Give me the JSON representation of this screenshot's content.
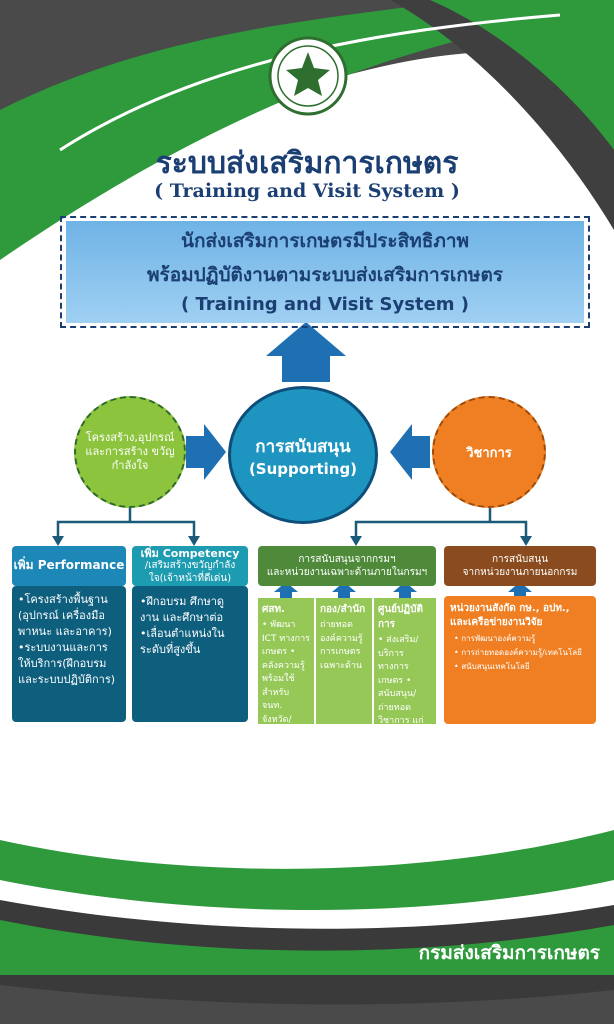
{
  "header": {
    "title_th": "ระบบส่งเสริมการเกษตร",
    "title_en": "( Training and Visit System )"
  },
  "goal": {
    "line1": "นักส่งเสริมการเกษตรมีประสิทธิภาพ",
    "line2": "พร้อมปฏิบัติงานตามระบบส่งเสริมการเกษตร",
    "line3": "( Training and Visit System )"
  },
  "circles": {
    "center_th": "การสนับสนุน",
    "center_en": "(Supporting)",
    "left": "โครงสร้าง,อุปกรณ์ และการสร้าง ขวัญกำลังใจ",
    "right": "วิชาการ"
  },
  "boxes": {
    "performance_header": "เพิ่ม Performance",
    "performance_items": [
      "•โครงสร้างพื้นฐาน (อุปกรณ์ เครื่องมือ พาหนะ และอาคาร)",
      "•ระบบงานและการให้บริการ(ฝึกอบรม และระบบปฏิบัติการ)"
    ],
    "competency_header_1": "เพิ่ม Competency",
    "competency_header_2": "/เสริมสร้างขวัญกำลังใจ(เจ้าหน้าที่ดีเด่น)",
    "competency_items": [
      "•ฝึกอบรม ศึกษาดูงาน และศึกษาต่อ",
      "•เลื่อนตำแหน่งในระดับที่สูงขึ้น"
    ],
    "dept_header_1": "การสนับสนุนจากกรมฯ",
    "dept_header_2": "และหน่วยงานเฉพาะด้านภายในกรมฯ",
    "dept_sub1_title": "ศสท.",
    "dept_sub1_text": "• พัฒนา ICT ทางการเกษตร • คลังความรู้ พร้อมใช้ สำหรับ จนท. จังหวัด/อำเภอ",
    "dept_sub2_title": "กอง/สำนัก",
    "dept_sub2_text": "ถ่ายทอดองค์ความรู้ การเกษตร เฉพาะด้าน",
    "dept_sub3_title": "ศูนย์ปฏิบัติการ",
    "dept_sub3_text": "• ส่งเสริม/บริการทางการเกษตร • สนับสนุน/ถ่ายทอดวิชาการ แก่ นวส.จังหวัด/อำเภอ เกษตรกรต้นแบบ",
    "external_header_1": "การสนับสนุน",
    "external_header_2": "จากหน่วยงานภายนอกกรม",
    "external_intro": "หน่วยงานสังกัด กษ., อปท., และเครือข่ายงานวิจัย",
    "external_items": [
      "• การพัฒนาองค์ความรู้",
      "• การถ่ายทอดองค์ความรู้/เทคโนโลยี",
      "• สนับสนุนเทคโนโลยี"
    ]
  },
  "footer": {
    "org": "กรมส่งเสริมการเกษตร"
  },
  "colors": {
    "navy": "#1b3f73",
    "green": "#2e9a3c",
    "blue": "#1e95c0",
    "orange": "#ef7f22",
    "teal": "#0e5f7e"
  }
}
